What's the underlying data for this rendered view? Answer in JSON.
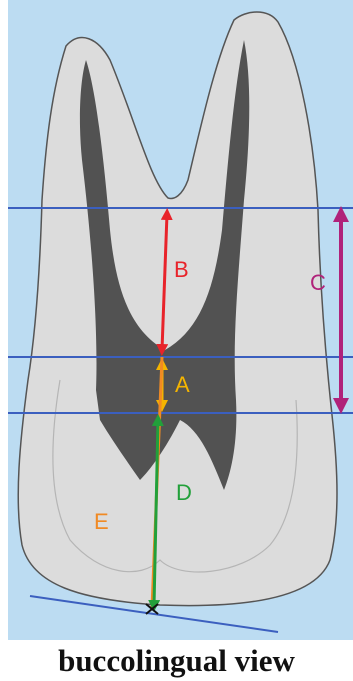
{
  "figure": {
    "background_color": "#bcdcf2",
    "tooth_color": "#dcdcdc",
    "pulp_color": "#3a3a3a",
    "reference_line_color": "#3b5fbf"
  },
  "measurements": [
    {
      "label": "A",
      "color": "#f4b400"
    },
    {
      "label": "B",
      "color": "#e8232a"
    },
    {
      "label": "C",
      "color": "#b0227a"
    },
    {
      "label": "D",
      "color": "#22a03a"
    },
    {
      "label": "E",
      "color": "#f08a24"
    }
  ],
  "caption": "buccolingual view"
}
